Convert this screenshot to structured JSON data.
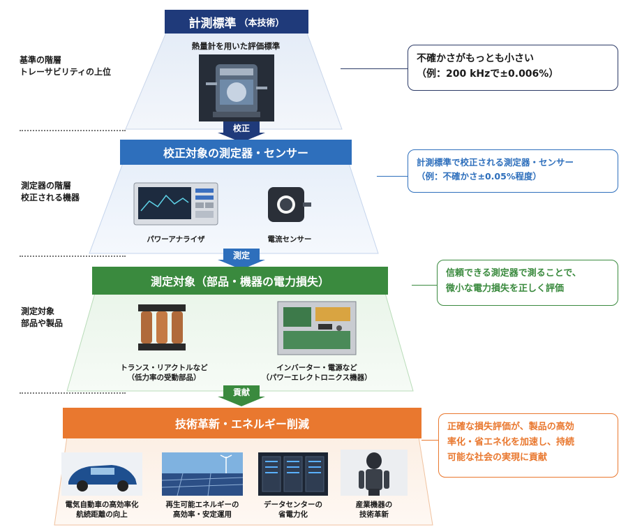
{
  "tier1": {
    "title": "計測標準",
    "title_paren": "（本技術）",
    "subtitle": "熱量計を用いた評価標準",
    "side_label": [
      "基準の階層",
      "トレーサビリティの上位"
    ],
    "callout": [
      "不確かさがもっとも小さい",
      "（例：200 kHzで±0.006%）"
    ],
    "photo_icon": "calorimeter-photo"
  },
  "arrow1": "校正",
  "tier2": {
    "title": "校正対象の測定器・センサー",
    "side_label": [
      "測定器の階層",
      "校正される機器"
    ],
    "callout": [
      "計測標準で校正される測定器・センサー",
      "（例：不確かさ±0.05%程度）"
    ],
    "items": [
      "パワーアナライザ",
      "電流センサー"
    ]
  },
  "arrow2": "測定",
  "tier3": {
    "title": "測定対象（部品・機器の電力損失）",
    "side_label": [
      "測定対象",
      "部品や製品"
    ],
    "callout": [
      "信頼できる測定器で測ることで、",
      "微小な電力損失を正しく評価"
    ],
    "items": [
      [
        "トランス・リアクトルなど",
        "（低力率の受動部品）"
      ],
      [
        "インバーター・電源など",
        "（パワーエレクトロニクス機器）"
      ]
    ]
  },
  "arrow3": "貢献",
  "tier4": {
    "title": "技術革新・エネルギー削減",
    "callout": [
      "正確な損失評価が、製品の高効",
      "率化・省エネ化を加速し、持続",
      "可能な社会の実現に貢献"
    ],
    "items": [
      [
        "電気自動車の高効率化",
        "航続距離の向上"
      ],
      [
        "再生可能エネルギーの",
        "高効率・安定運用"
      ],
      [
        "データセンターの",
        "省電力化"
      ],
      [
        "産業機器の",
        "技術革新"
      ]
    ]
  },
  "colors": {
    "navy": "#1f3a7a",
    "blue": "#2e6fbc",
    "green": "#3a8a3e",
    "orange": "#e9782f"
  }
}
